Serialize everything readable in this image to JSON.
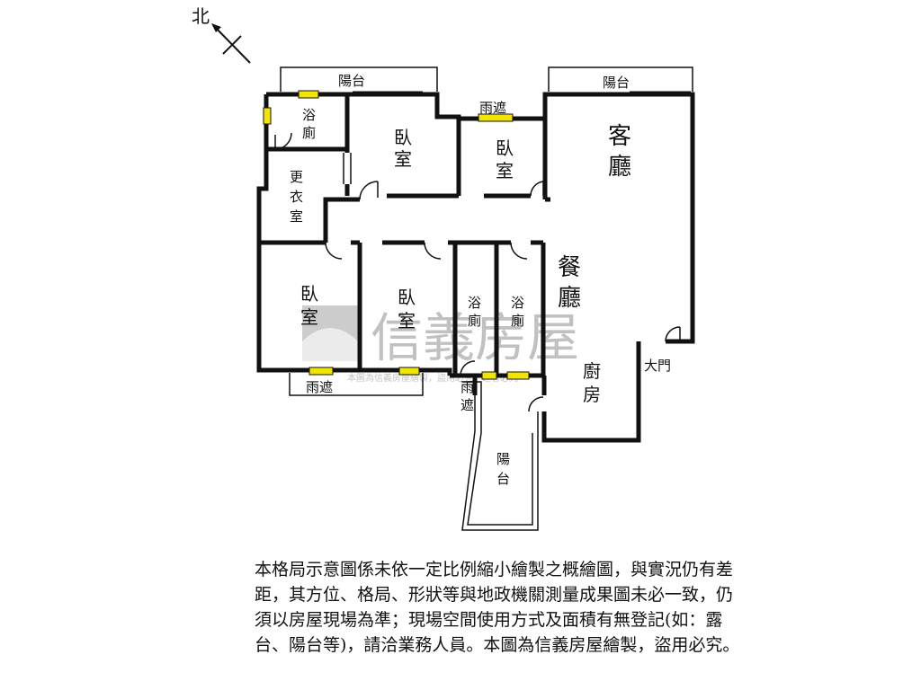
{
  "compass": {
    "label": "北"
  },
  "rooms": {
    "balcony_top_left": "陽台",
    "balcony_top_right": "陽台",
    "bath_top": [
      "浴",
      "廁"
    ],
    "bedroom_master": [
      "臥",
      "室"
    ],
    "canopy_top": "雨遮",
    "bedroom_small": [
      "臥",
      "室"
    ],
    "living_room": [
      "客",
      "廳"
    ],
    "dressing_room": [
      "更",
      "衣",
      "室"
    ],
    "dining_room": [
      "餐",
      "廳"
    ],
    "bedroom_left": [
      "臥",
      "室"
    ],
    "bedroom_middle": [
      "臥",
      "室"
    ],
    "bath_left": [
      "浴",
      "廁"
    ],
    "bath_right": [
      "浴",
      "廁"
    ],
    "kitchen": [
      "廚",
      "房"
    ],
    "entrance": "大門",
    "canopy_bottom_left": "雨遮",
    "canopy_bottom_mid": [
      "雨",
      "遮"
    ],
    "balcony_bottom": [
      "陽",
      "台"
    ]
  },
  "watermark": {
    "brand": "信義房屋",
    "line": "本圖為信義房屋繪製，盜用必究，違者必究"
  },
  "colors": {
    "wall": "#111111",
    "window": "#f2e600",
    "watermark": "#8f8f8f"
  },
  "disclaimer": "本格局示意圖係未依一定比例縮小繪製之概繪圖，與實況仍有差距，其方位、格局、形狀等與地政機關測量成果圖未必一致，仍須以房屋現場為準；現場空間使用方式及面積有無登記(如：露台、陽台等)，請洽業務人員。本圖為信義房屋繪製，盜用必究。"
}
